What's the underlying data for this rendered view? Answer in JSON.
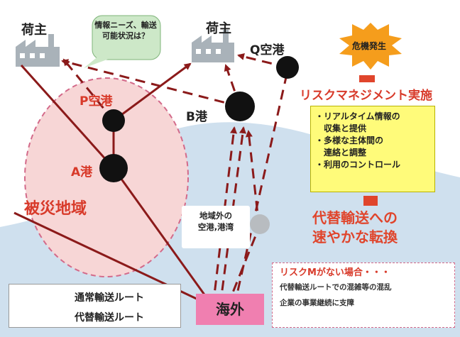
{
  "labels": {
    "shipper_left": "荷主",
    "shipper_center": "荷主",
    "q_airport": "Q空港",
    "p_airport": "P空港",
    "b_port": "B港",
    "a_port": "A港",
    "disaster_area": "被災地域",
    "info_bubble": "情報ニーズ、輸送可能状況は？",
    "crisis": "危機発生",
    "risk_management": "リスクマネジメント実施",
    "bullets": [
      "・リアルタイム情報の\n　収集と提供",
      "・多様な主体間の\n　連絡と調整",
      "・利用のコントロール"
    ],
    "alt_transport_line1": "代替輸送への",
    "alt_transport_line2": "速やかな転換",
    "outside_region": "地域外の\n空港,港湾",
    "overseas": "海外"
  },
  "no_risk_box": {
    "title": "リスクMがない場合・・・",
    "lines": [
      "代替輸送ルートでの混雑等の混乱",
      "企業の事業継続に支障"
    ]
  },
  "legend": {
    "normal_route": "通常輸送ルート",
    "alt_route": "代替輸送ルート"
  },
  "colors": {
    "route_line": "#8b1a1a",
    "accent_red": "#d83a2a",
    "sea": "#cfe0ee",
    "disaster_fill": "#f7d6d6",
    "crisis_burst": "#f59d1c",
    "yellow_box": "#fffb7a",
    "overseas": "#f07fb0"
  }
}
